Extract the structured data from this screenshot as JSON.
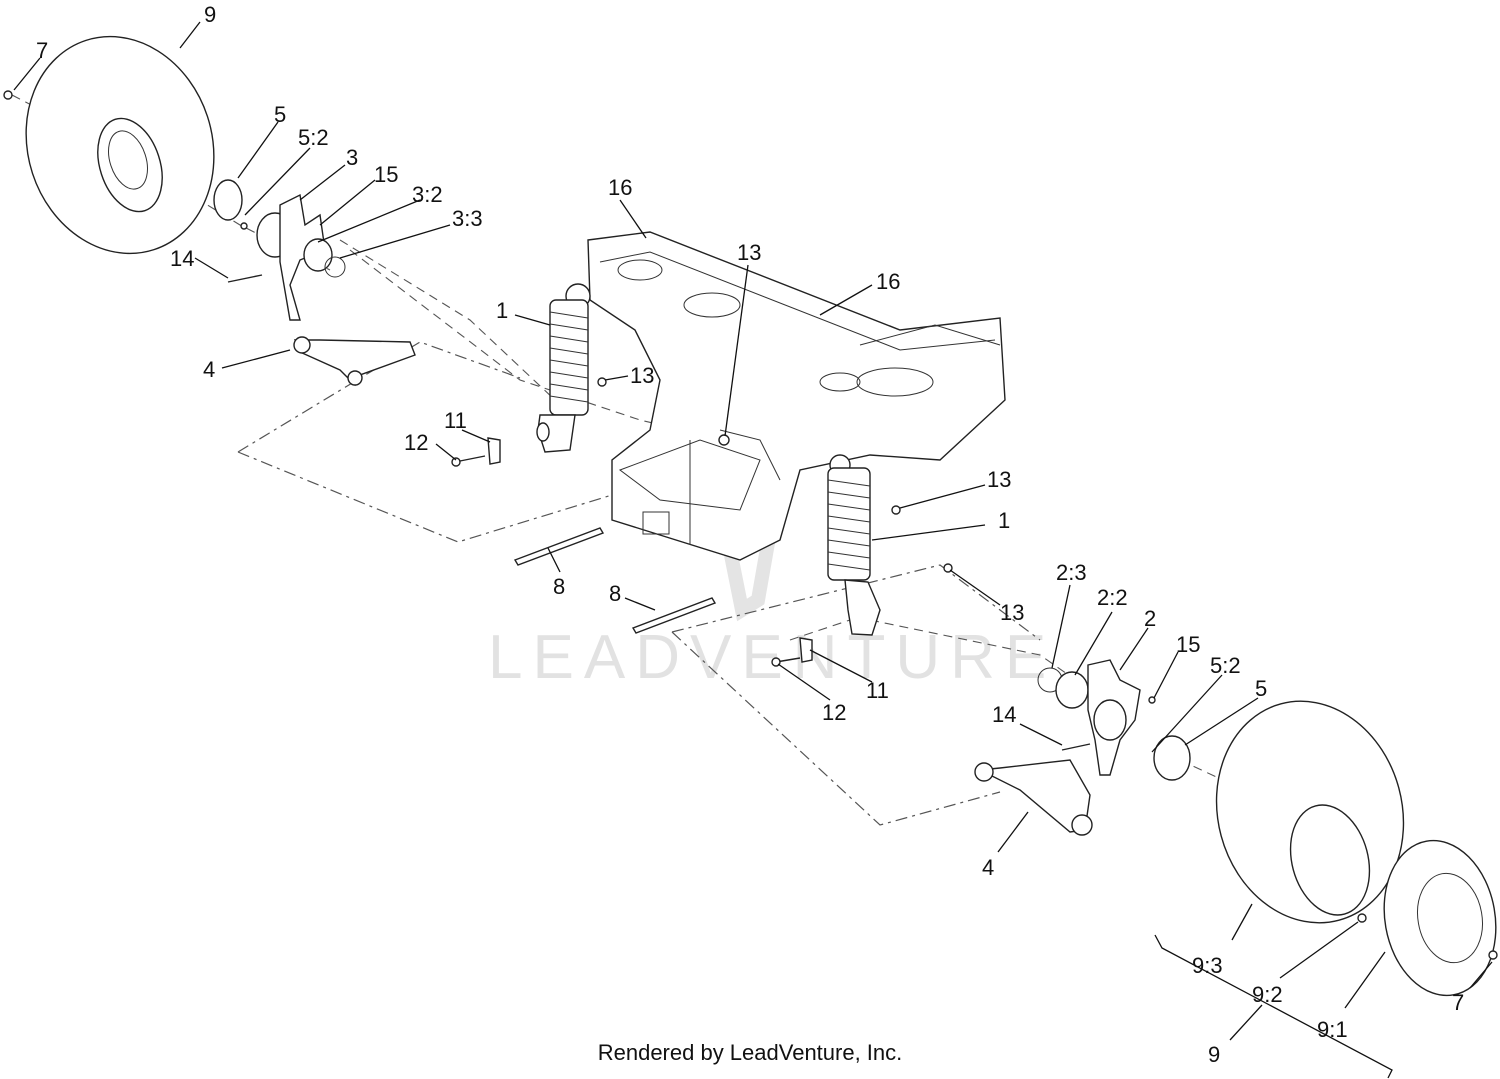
{
  "watermark": "LEADVENTURE",
  "footer": "Rendered by LeadVenture, Inc.",
  "callouts": {
    "c1a": "1",
    "c1b": "1",
    "c2": "2",
    "c2_2": "2:2",
    "c2_3": "2:3",
    "c3": "3",
    "c3_2": "3:2",
    "c3_3": "3:3",
    "c4a": "4",
    "c4b": "4",
    "c5a": "5",
    "c5b": "5",
    "c5_2a": "5:2",
    "c5_2b": "5:2",
    "c7a": "7",
    "c7b": "7",
    "c8a": "8",
    "c8b": "8",
    "c9a": "9",
    "c9b": "9",
    "c9_1": "9:1",
    "c9_2": "9:2",
    "c9_3": "9:3",
    "c11a": "11",
    "c11b": "11",
    "c12a": "12",
    "c12b": "12",
    "c13a": "13",
    "c13b": "13",
    "c13c": "13",
    "c13d": "13",
    "c14a": "14",
    "c14b": "14",
    "c15a": "15",
    "c15b": "15",
    "c16a": "16",
    "c16b": "16"
  }
}
